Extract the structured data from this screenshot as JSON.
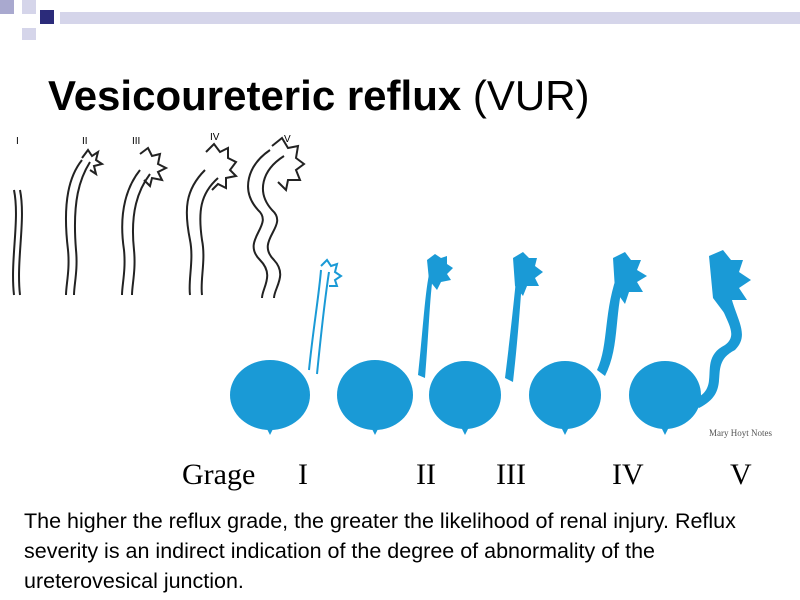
{
  "slide": {
    "title_bold": "Vesicoureteric reflux",
    "title_rest": " (VUR)",
    "top_labels": [
      "I",
      "II",
      "III",
      "IV",
      "V"
    ],
    "grade_word": "Grage",
    "grades": [
      "I",
      "II",
      "III",
      "IV",
      "V"
    ],
    "caption": "The higher the reflux grade, the greater the likelihood of renal injury. Reflux severity is an indirect indication of the degree of abnormality of the ureterovesical junction.",
    "signature": "Mary Hoyt Notes",
    "colors": {
      "accent": "#1a9ad6",
      "corner_dark": "#2b2b7a",
      "corner_mid": "#a9a9cf",
      "corner_light": "#d5d5ea"
    }
  }
}
